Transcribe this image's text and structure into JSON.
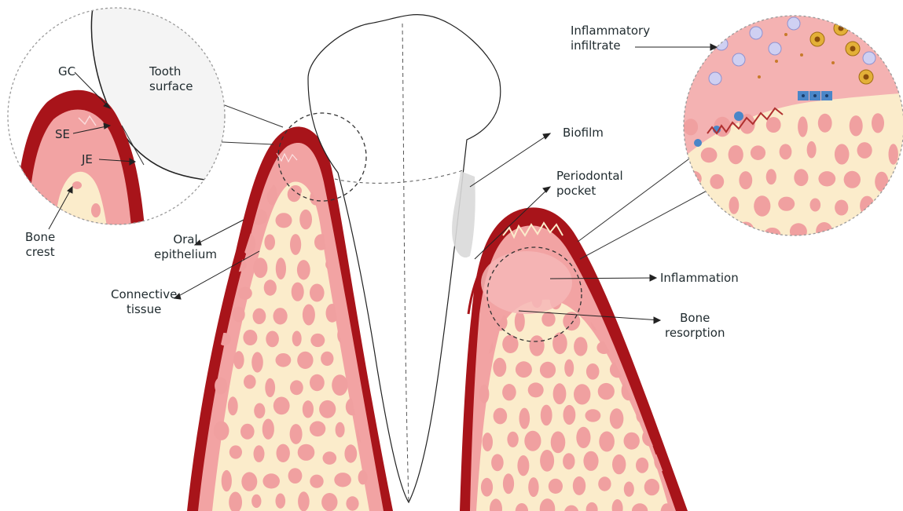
{
  "labels": {
    "gc": "GC",
    "se": "SE",
    "je": "JE",
    "bone_crest": [
      "Bone",
      "crest"
    ],
    "tooth_surface": [
      "Tooth",
      "surface"
    ],
    "oral_epithelium": [
      "Oral",
      "epithelium"
    ],
    "connective_tissue": [
      "Connective",
      "tissue"
    ],
    "biofilm": "Biofilm",
    "periodontal_pocket": [
      "Periodontal",
      "pocket"
    ],
    "inflammatory_infiltrate": [
      "Inflammatory",
      "infiltrate"
    ],
    "inflammation": "Inflammation",
    "bone_resorption": [
      "Bone",
      "resorption"
    ]
  },
  "colors": {
    "gingiva_dark": "#a8141a",
    "connective_pink": "#f2a3a3",
    "bone_cream": "#fbeccb",
    "marrow_pink": "#f0a0a0",
    "tooth_outline": "#222222",
    "dashed": "#333333",
    "biofilm_gray": "#d9d9d9",
    "zoom_border": "#9a9a9a",
    "inflamed_pink": "#f6b7b7"
  }
}
